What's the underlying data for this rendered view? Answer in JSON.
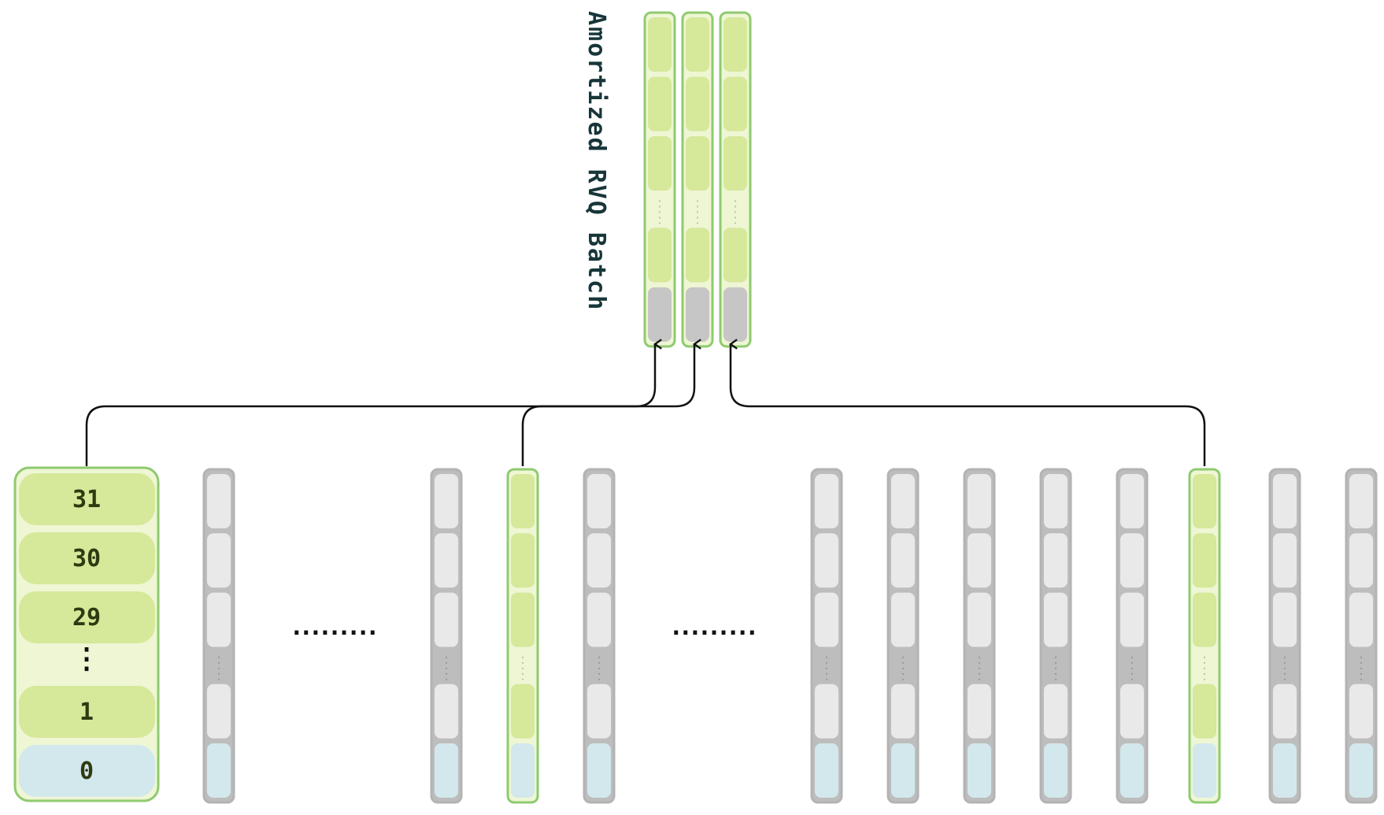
{
  "title": "Amortized RVQ Batch",
  "wide_frame": {
    "levels": [
      "31",
      "30",
      "29",
      "⋮",
      "1",
      "0"
    ]
  },
  "ellipsis_labels": [
    ".........",
    "........."
  ],
  "bottom_columns": [
    "wide-selected",
    "gray",
    "gap",
    "gray",
    "selected",
    "gray",
    "gap",
    "gray",
    "gray",
    "gray",
    "gray",
    "gray",
    "selected",
    "gray",
    "gray"
  ],
  "batch_columns": 3,
  "colors": {
    "selected_fill": "#eef6d4",
    "selected_border": "#8fca70",
    "selected_cell": "#d6e89a",
    "unselected_fill": "#bdbdbd",
    "unselected_border": "#b3b3b3",
    "unselected_cell": "#e9e9e9",
    "base_cell": "#d3e8ec",
    "top_batch_base_cell": "#c6c6c6",
    "line": "#111111",
    "title_text": "#17363a",
    "level_text": "#2e3a10"
  }
}
